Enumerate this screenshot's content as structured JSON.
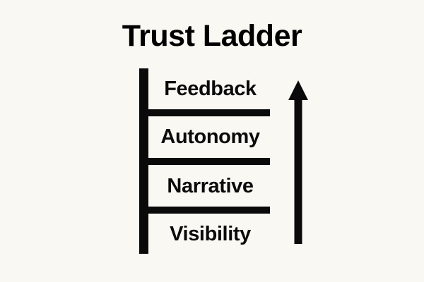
{
  "diagram": {
    "title": "Trust Ladder",
    "type": "ladder",
    "background_color": "#faf8f2",
    "ink_color": "#0a0a0a",
    "steps": [
      {
        "label": "Feedback",
        "rank": 4,
        "position": "top"
      },
      {
        "label": "Autonomy",
        "rank": 3,
        "position": "upper-middle"
      },
      {
        "label": "Narrative",
        "rank": 2,
        "position": "lower-middle"
      },
      {
        "label": "Visibility",
        "rank": 1,
        "position": "bottom"
      }
    ],
    "rungs": 3,
    "arrow": {
      "name": "upward-arrow",
      "direction": "up",
      "meaning": "increasing trust"
    }
  }
}
